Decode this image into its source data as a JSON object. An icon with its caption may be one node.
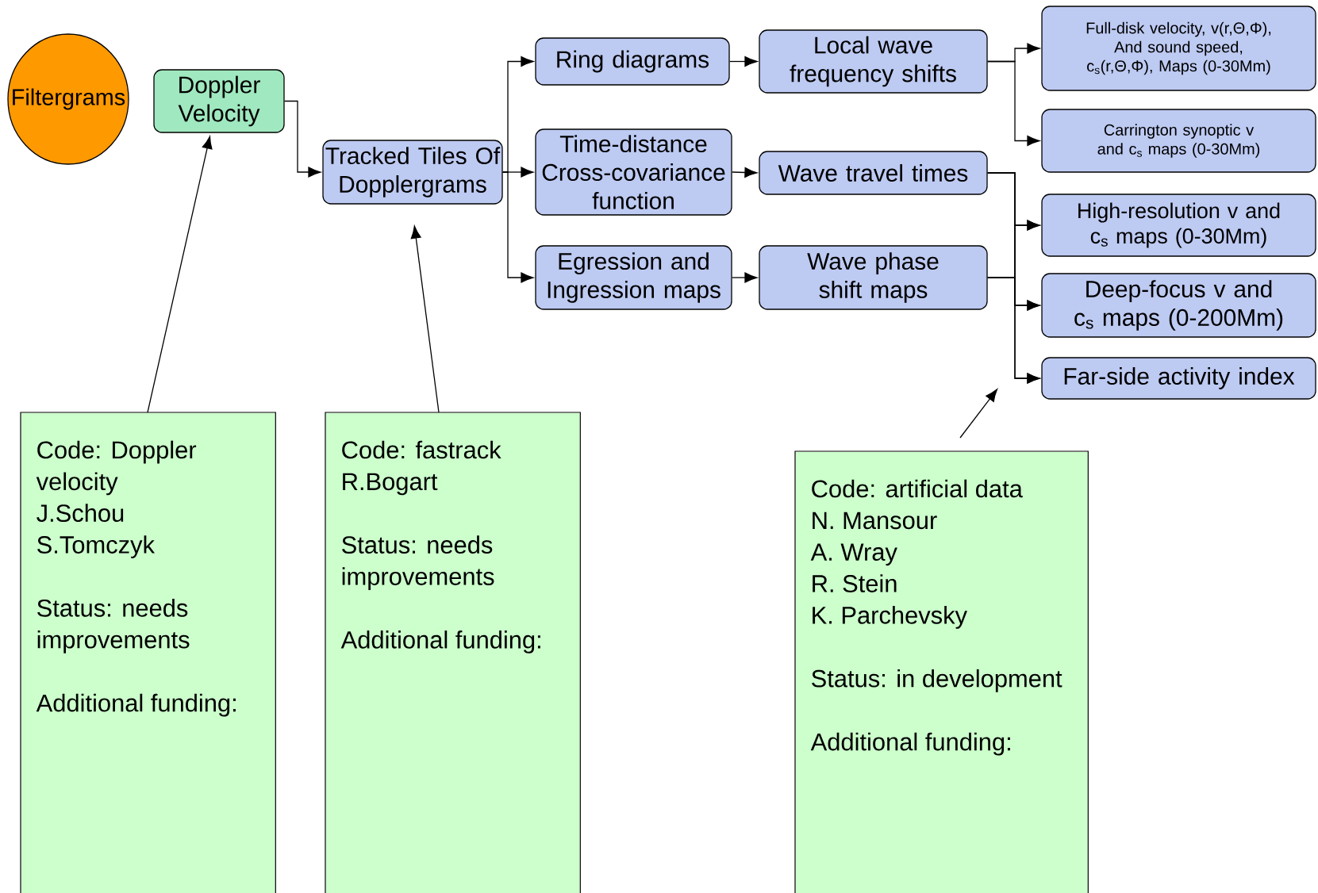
{
  "diagram": {
    "nodes": [
      {
        "text": [
          "Filtergrams"
        ]
      },
      {
        "text": [
          "Doppler Velocity"
        ]
      },
      {
        "text": [
          "Tracked Tiles Of Dopplergrams"
        ]
      },
      {
        "text": [
          "Ring diagrams"
        ]
      },
      {
        "text": [
          "Time-distance Cross-covariance function"
        ]
      },
      {
        "text": [
          "Egression and Ingression maps"
        ]
      },
      {
        "text": [
          "Local wave frequency shifts"
        ]
      },
      {
        "text": [
          "Wave travel times"
        ]
      },
      {
        "text": [
          "Wave phase shift maps"
        ]
      },
      {
        "text": [
          "Full-disk velocity, v(r,Θ,Φ), And sound speed, c$_{s}$(r,Θ,Φ), Maps (0-30Mm)"
        ]
      },
      {
        "text": [
          "Carrington synoptic v and c$_{s}$ maps (0-30Mm)"
        ]
      },
      {
        "text": [
          "High-resolution v and c$_{s}$ maps (0-30Mm)"
        ]
      },
      {
        "text": [
          "Deep-focus v and c$_{s}$ maps (0-200Mm)"
        ]
      },
      {
        "text": [
          "Far-side activity index"
        ]
      },
      {
        "text": [
          "Code: Doppler velocity",
          "J.Schou",
          "S.Tomczyk",
          "Status: needs improvements",
          "Additional funding:"
        ]
      },
      {
        "text": [
          "Code: fastrack",
          "R.Bogart",
          "Status: needs improvements",
          "Additional funding:"
        ]
      },
      {
        "text": [
          "Code: artificial data",
          "N. Mansour",
          "A. Wray",
          "R. Stein",
          "K. Parchevsky",
          "Status: in development",
          "Additional funding:"
        ]
      }
    ],
    "edges": [
      {
        "from": 1,
        "to": 2,
        "arrow": "to"
      },
      {
        "from": 2,
        "to": 3,
        "arrow": "to"
      },
      {
        "from": 2,
        "to": 4,
        "arrow": "to"
      },
      {
        "from": 2,
        "to": 5,
        "arrow": "to"
      },
      {
        "from": 3,
        "to": 6,
        "arrow": "to"
      },
      {
        "from": 4,
        "to": 7,
        "arrow": "to"
      },
      {
        "from": 5,
        "to": 8,
        "arrow": "to"
      },
      {
        "from": 6,
        "to": 9,
        "arrow": "to"
      },
      {
        "from": 6,
        "to": 10,
        "arrow": "to"
      },
      {
        "from": 7,
        "to": 11,
        "arrow": "to"
      },
      {
        "from": 7,
        "to": 12,
        "arrow": "to"
      },
      {
        "from": 7,
        "to": 13,
        "arrow": "to"
      },
      {
        "from": 8,
        "to": 11,
        "arrow": "to"
      },
      {
        "from": 8,
        "to": 12,
        "arrow": "to"
      },
      {
        "from": 8,
        "to": 13,
        "arrow": "to"
      },
      {
        "from": 14,
        "to": 1,
        "arrow": "to"
      },
      {
        "from": 15,
        "to": 2,
        "arrow": "to"
      },
      {
        "from": 16,
        "to": null,
        "arrow": "to"
      }
    ]
  }
}
